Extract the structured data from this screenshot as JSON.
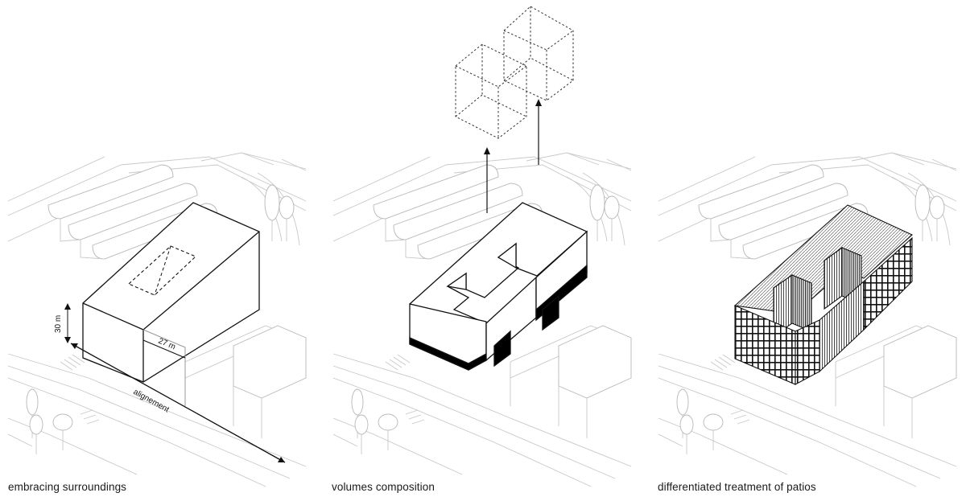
{
  "panels": [
    {
      "caption": "embracing surroundings",
      "labels": {
        "height": "30 m",
        "depth": "27 m",
        "alignment": "alignement"
      }
    },
    {
      "caption": "volumes composition"
    },
    {
      "caption": "differentiated treatment of patios"
    }
  ],
  "colors": {
    "line": "#111111",
    "context": "#c8c8c8",
    "fill": "#000000"
  }
}
